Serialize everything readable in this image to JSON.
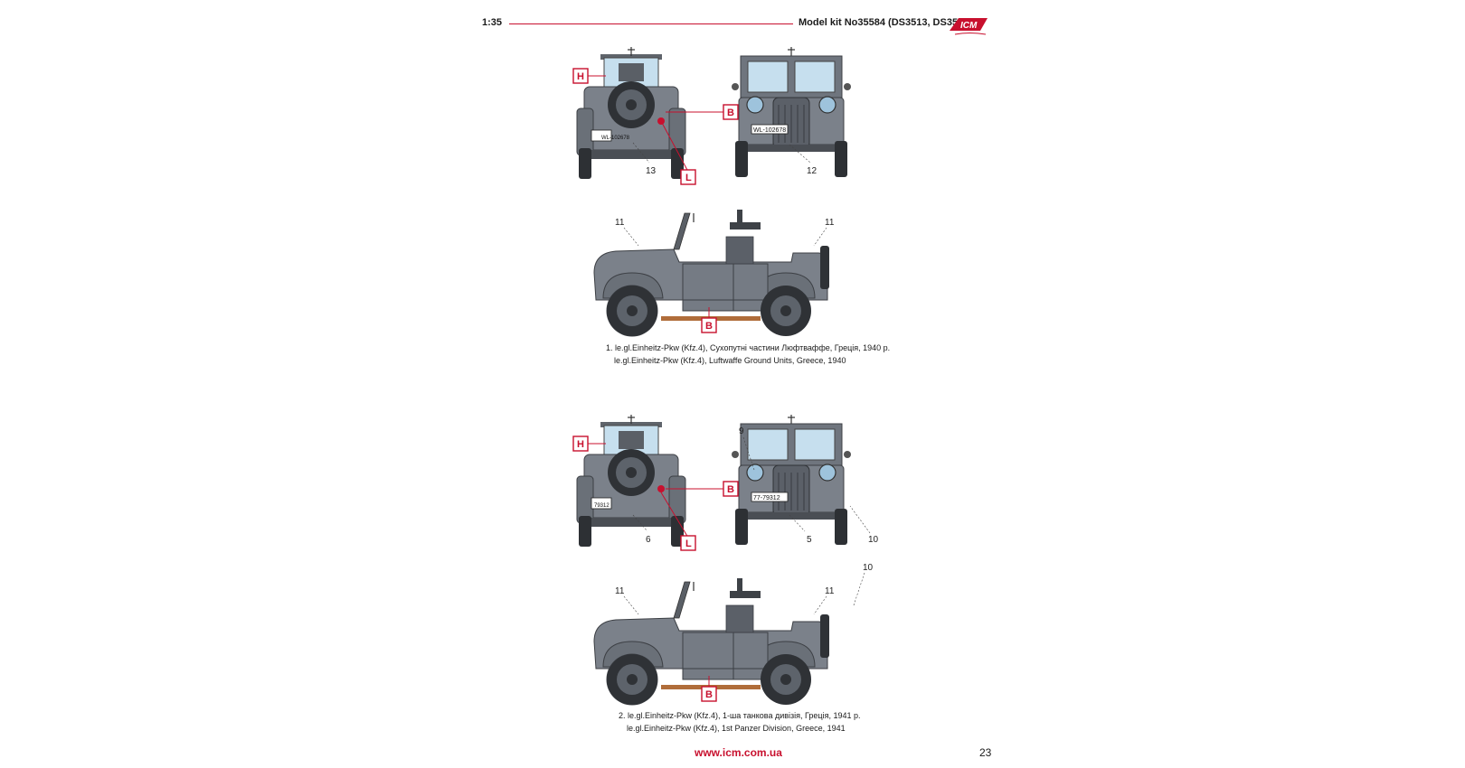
{
  "header": {
    "scale": "1:35",
    "title": "Model kit No35584 (DS3513, DS3526)",
    "logo_text": "ICM"
  },
  "schemes": [
    {
      "caption_line1": "1. le.gl.Einheitz-Pkw (Kfz.4), Сухопутні частини Люфтваффе, Греція, 1940 р.",
      "caption_line2": "le.gl.Einheitz-Pkw (Kfz.4), Luftwaffe Ground Units, Greece, 1940",
      "rear_plate": "WL-102678",
      "front_plate": "WL-102678",
      "rear_callout": "13",
      "front_callout": "12",
      "side_callout_front": "11",
      "side_callout_rear": "11",
      "markers": {
        "h": "H",
        "b": "B",
        "l": "L",
        "side_b": "B"
      }
    },
    {
      "caption_line1": "2. le.gl.Einheitz-Pkw (Kfz.4), 1-ша танкова дивізія, Греція, 1941 р.",
      "caption_line2": "le.gl.Einheitz-Pkw (Kfz.4), 1st Panzer Division, Greece, 1941",
      "rear_plate": "79312",
      "front_plate": "77-79312",
      "rear_callout": "6",
      "front_callout": "5",
      "front_callout_light": "9",
      "front_callout_fender": "10",
      "side_callout_front": "11",
      "side_callout_rear": "11",
      "side_callout_spare": "10",
      "markers": {
        "h": "H",
        "b": "B",
        "l": "L",
        "side_b": "B"
      }
    }
  ],
  "footer": {
    "url": "www.icm.com.ua",
    "page": "23"
  },
  "colors": {
    "accent": "#c8102e",
    "vehicle": "#7b818a",
    "glass": "#c6dfee"
  }
}
